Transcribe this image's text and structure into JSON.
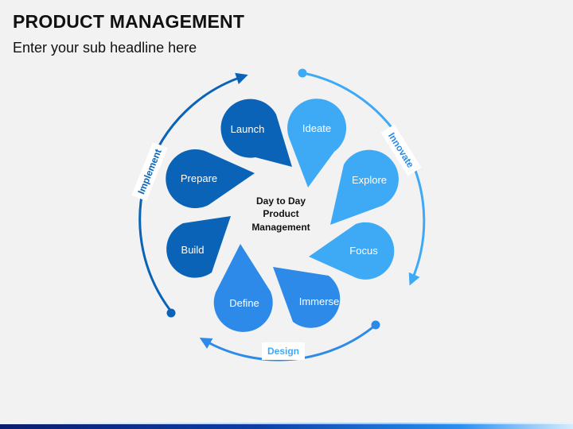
{
  "header": {
    "title": "PRODUCT MANAGEMENT",
    "subtitle": "Enter your sub headline here"
  },
  "center": {
    "line1": "Day to Day",
    "line2": "Product",
    "line3": "Management"
  },
  "petals": [
    {
      "label": "Launch",
      "color": "#0b63b8"
    },
    {
      "label": "Ideate",
      "color": "#3eaaf5"
    },
    {
      "label": "Explore",
      "color": "#3eaaf5"
    },
    {
      "label": "Focus",
      "color": "#3eaaf5"
    },
    {
      "label": "Immerse",
      "color": "#2d8ae8"
    },
    {
      "label": "Define",
      "color": "#2d8ae8"
    },
    {
      "label": "Build",
      "color": "#0b63b8"
    },
    {
      "label": "Prepare",
      "color": "#0b63b8"
    }
  ],
  "stages": {
    "implement": {
      "label": "Implement",
      "color": "#0b63b8"
    },
    "innovate": {
      "label": "Innovate",
      "color": "#2d8ae8"
    },
    "design": {
      "label": "Design",
      "color": "#3eaaf5"
    }
  },
  "colors": {
    "dark_blue": "#0b63b8",
    "mid_blue": "#2d8ae8",
    "light_blue": "#3eaaf5",
    "background": "#f2f2f2"
  }
}
